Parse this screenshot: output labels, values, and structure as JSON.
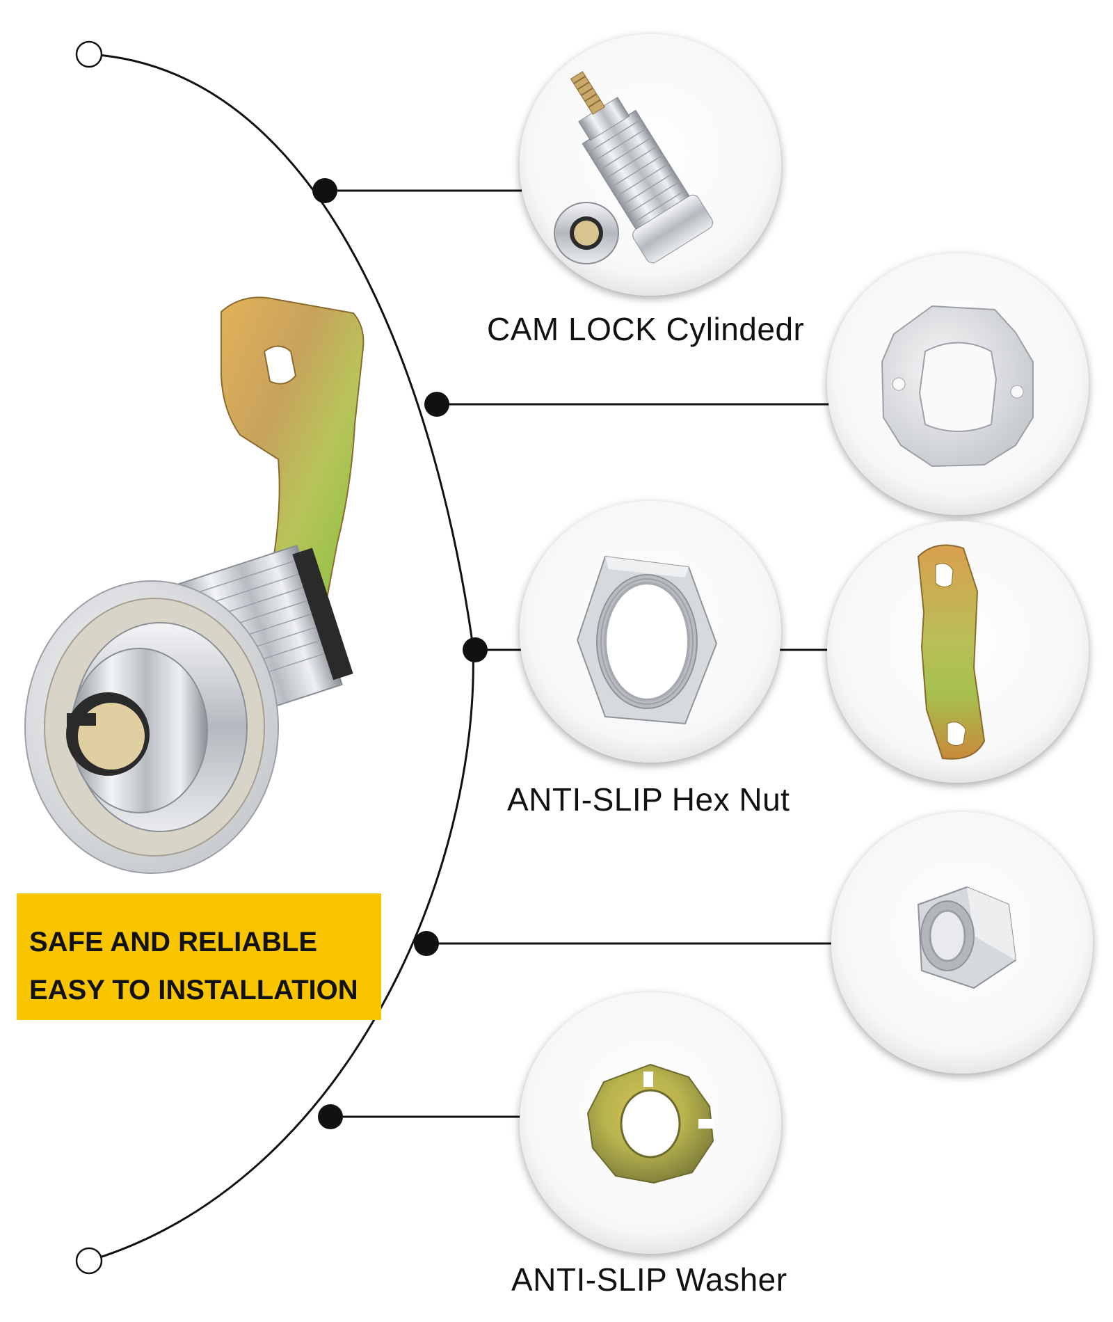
{
  "labels": {
    "cylinder": "CAM LOCK Cylindedr",
    "hex_nut": "ANTI-SLIP Hex Nut",
    "washer": "ANTI-SLIP Washer"
  },
  "banner": {
    "line1": "SAFE AND RELIABLE",
    "line2": "EASY TO INSTALLATION",
    "color": "#f9c400"
  },
  "parts": [
    {
      "name": "cam-lock-cylinder",
      "icon": "lock-cylinder-icon"
    },
    {
      "name": "retaining-plate",
      "icon": "plate-icon"
    },
    {
      "name": "hex-nut",
      "icon": "hex-nut-icon"
    },
    {
      "name": "cam-lever",
      "icon": "cam-lever-icon"
    },
    {
      "name": "lock-nut",
      "icon": "lock-nut-icon"
    },
    {
      "name": "washer",
      "icon": "washer-icon"
    }
  ],
  "colors": {
    "line": "#111111",
    "chrome": "#c9ccd1",
    "brass": "#c9a24a",
    "banner": "#f9c400"
  }
}
